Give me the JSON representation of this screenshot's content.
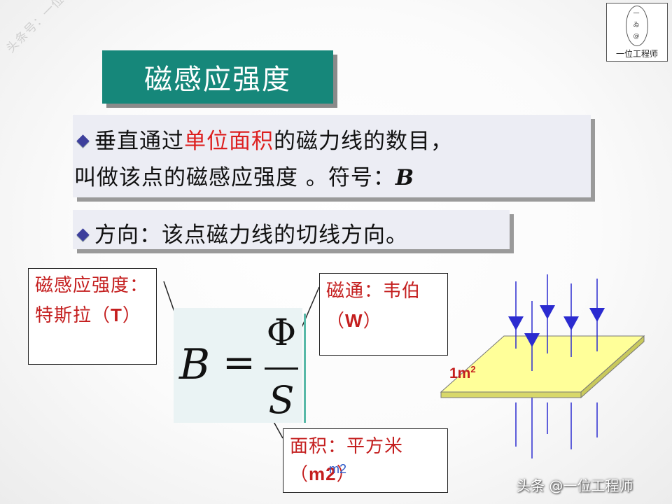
{
  "watermark": {
    "diagonal": "头条号：一位工程师",
    "bottom": "头条 @一位工程师"
  },
  "logo": {
    "text": "一位工程师",
    "glyphs": [
      "一",
      "ゐ",
      "@"
    ]
  },
  "title": "磁感应强度",
  "bullet1": {
    "line1_before": "垂直通过",
    "line1_highlight": "单位面积",
    "line1_after": "的磁力线的数目，",
    "line2_text": "叫做该点的磁感应强度 。符号：",
    "symbol": "B"
  },
  "bullet2": {
    "text": "方向：该点磁力线的切线方向。"
  },
  "formula": {
    "lhs": "B",
    "eq": "=",
    "numerator": "Φ",
    "denominator": "S"
  },
  "callouts": {
    "b_unit": {
      "line1": "磁感应强度：",
      "line2_prefix": "特斯拉（",
      "unit": "T",
      "line2_suffix": "）"
    },
    "flux": {
      "line1": "磁通：韦伯",
      "line2_prefix": "（",
      "unit": "W",
      "line2_suffix": "）"
    },
    "area": {
      "line1": "面积：平方米",
      "line2_prefix": "（",
      "unit": "m2",
      "line2_suffix": "）",
      "overlay": "m2"
    }
  },
  "diagram": {
    "area_label": "1m",
    "area_exp": "2"
  },
  "colors": {
    "title_bg": "#16877a",
    "highlight": "#dd1f1f",
    "callout_text": "#c41e1e",
    "plate": "#ffff99",
    "field_line": "#2b2bd0"
  }
}
